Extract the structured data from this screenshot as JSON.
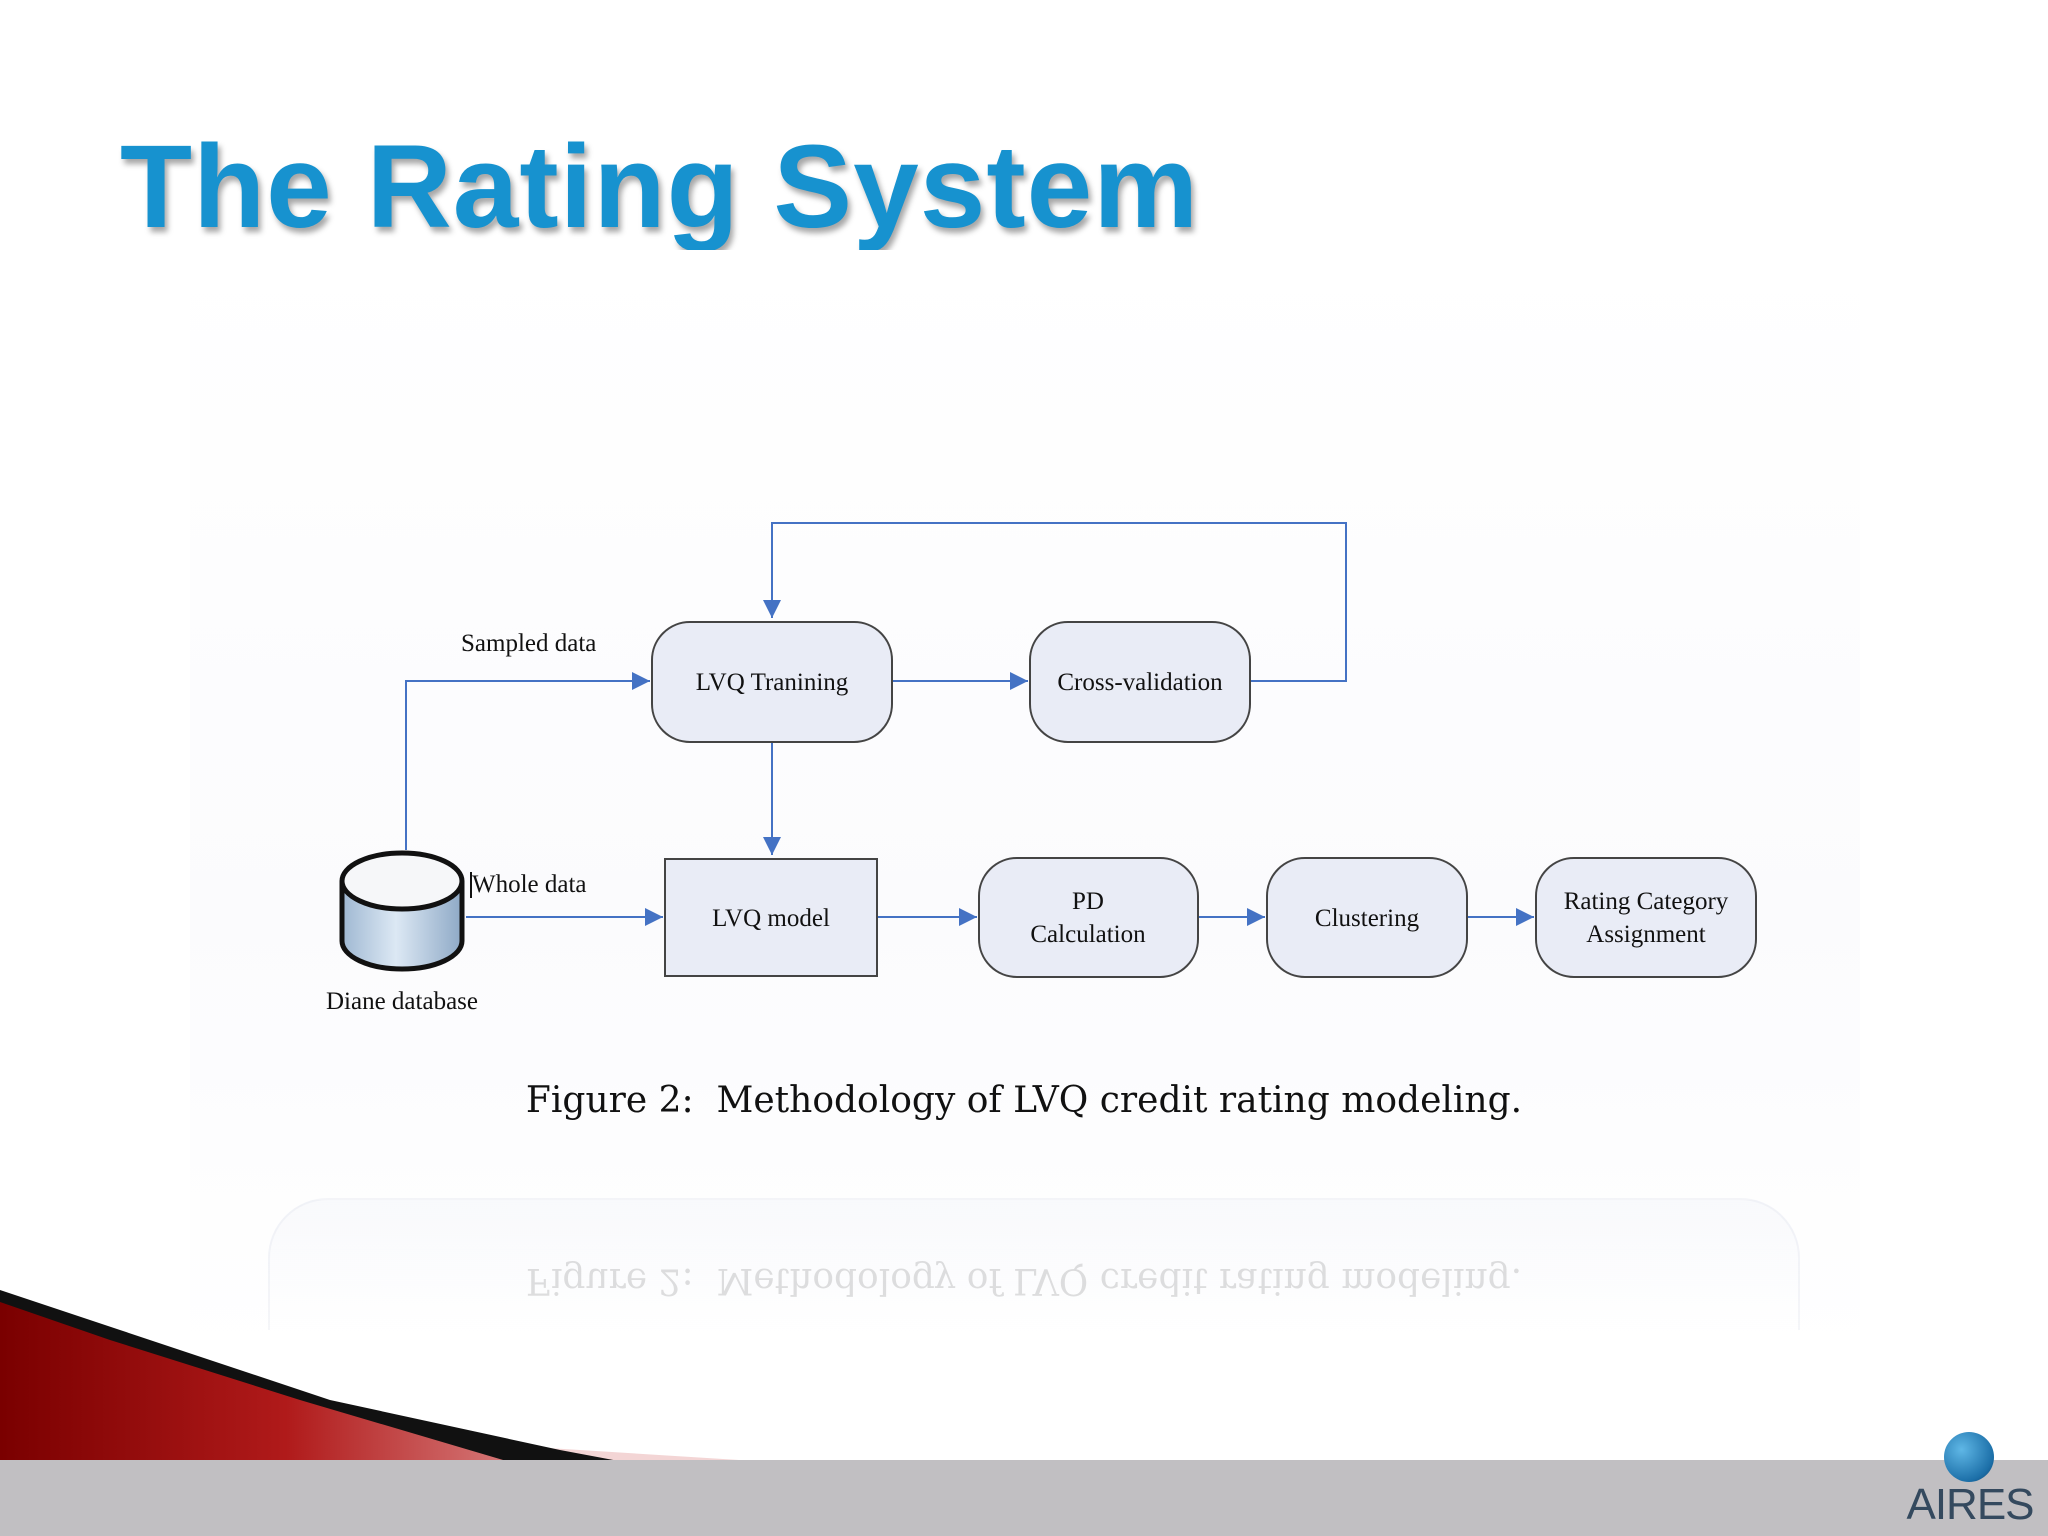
{
  "slide": {
    "title": "The Rating System",
    "caption": "Figure 2:  Methodology of LVQ credit rating modeling.",
    "logo_text": "AIRES"
  },
  "diagram": {
    "nodes": {
      "database": "Diane database",
      "lvq_training": "LVQ Tranining",
      "cross_validation": "Cross-validation",
      "lvq_model": "LVQ model",
      "pd_line1": "PD",
      "pd_line2": "Calculation",
      "clustering": "Clustering",
      "rating_line1": "Rating Category",
      "rating_line2": "Assignment"
    },
    "edge_labels": {
      "sampled": "Sampled data",
      "whole": "Whole data"
    }
  },
  "colors": {
    "title": "#1792cf",
    "edge": "#4472c4",
    "node_fill": "#e9ecf6",
    "bottom_bar": "#c1bfc2"
  }
}
